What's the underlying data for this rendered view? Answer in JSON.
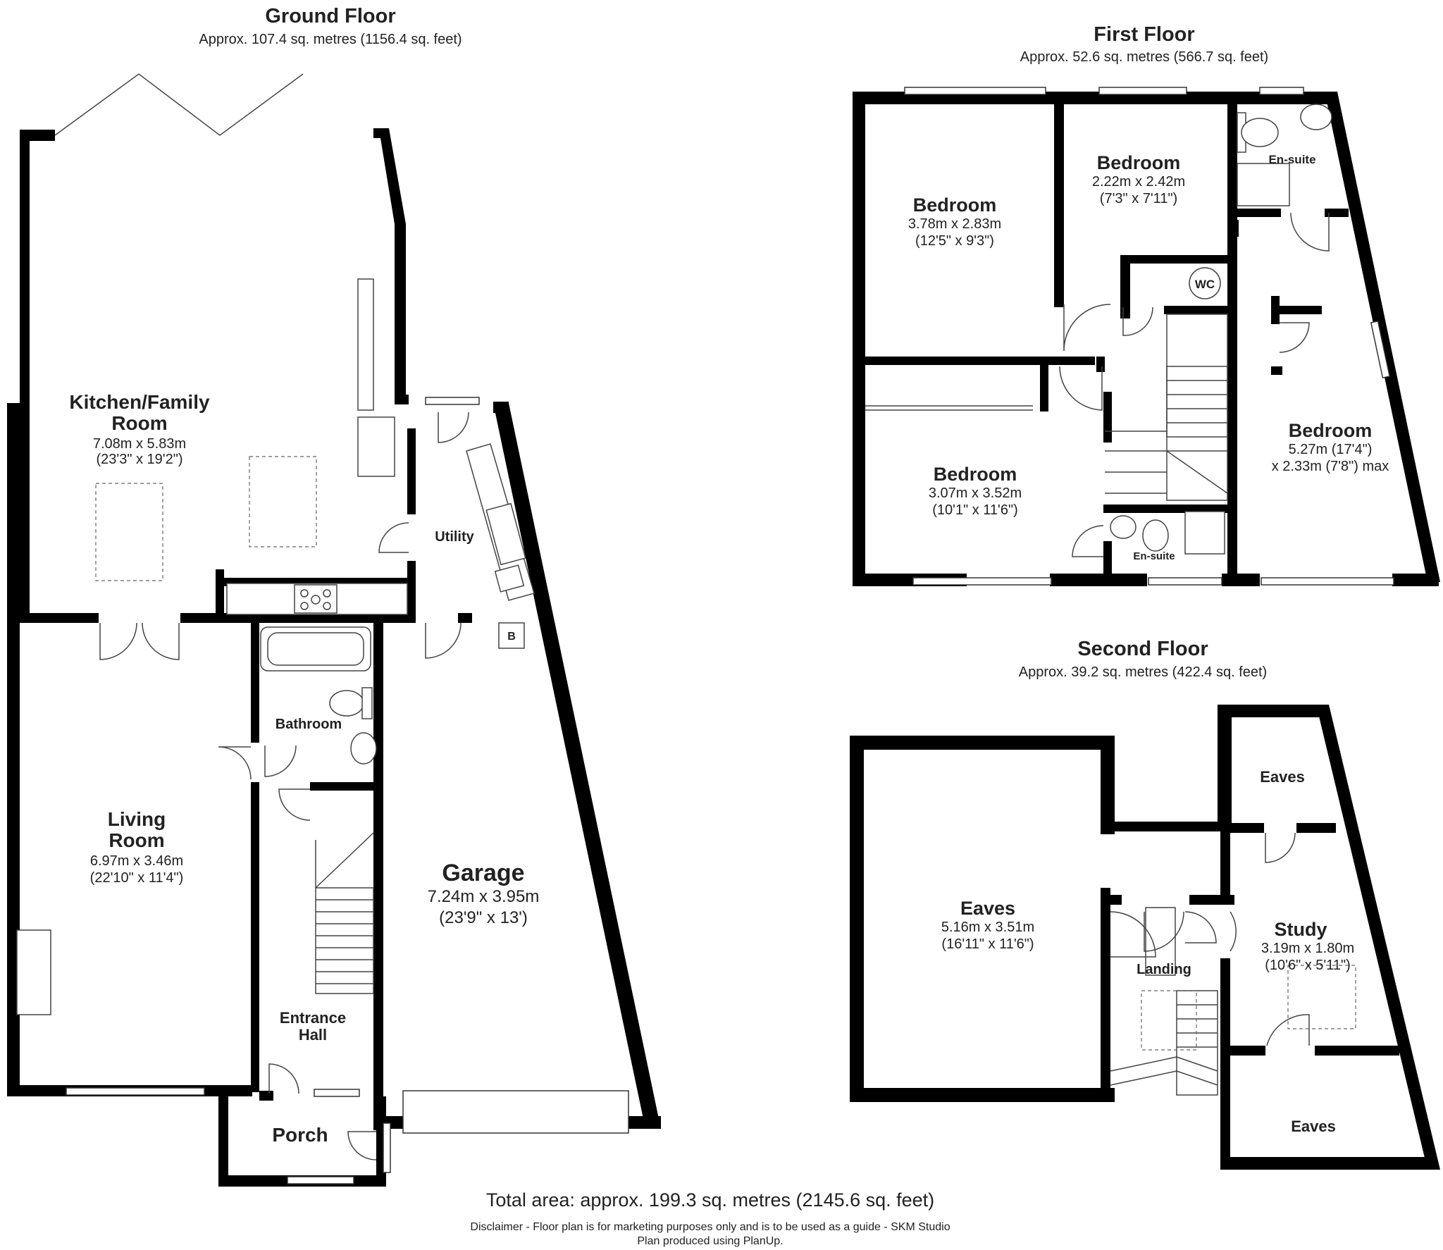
{
  "ground_floor": {
    "title": "Ground Floor",
    "area": "Approx. 107.4 sq. metres (1156.4 sq. feet)",
    "rooms": {
      "kitchen": {
        "name_line1": "Kitchen/Family",
        "name_line2": "Room",
        "metric": "7.08m x 5.83m",
        "imperial": "(23'3\" x 19'2\")"
      },
      "utility": {
        "name": "Utility"
      },
      "boiler": {
        "label": "B"
      },
      "bathroom": {
        "name": "Bathroom"
      },
      "living": {
        "name_line1": "Living",
        "name_line2": "Room",
        "metric": "6.97m x 3.46m",
        "imperial": "(22'10\" x 11'4\")"
      },
      "garage": {
        "name": "Garage",
        "metric": "7.24m x 3.95m",
        "imperial": "(23'9\" x 13')"
      },
      "hall": {
        "name_line1": "Entrance",
        "name_line2": "Hall"
      },
      "porch": {
        "name": "Porch"
      }
    }
  },
  "first_floor": {
    "title": "First Floor",
    "area": "Approx. 52.6 sq. metres (566.7 sq. feet)",
    "rooms": {
      "bed1": {
        "name": "Bedroom",
        "metric": "3.78m x 2.83m",
        "imperial": "(12'5\" x 9'3\")"
      },
      "bed2": {
        "name": "Bedroom",
        "metric": "2.22m x 2.42m",
        "imperial": "(7'3\" x 7'11\")"
      },
      "ensuite1": {
        "name": "En-suite"
      },
      "wc": {
        "name": "WC"
      },
      "bed3": {
        "name": "Bedroom",
        "metric": "3.07m x 3.52m",
        "imperial": "(10'1\" x 11'6\")"
      },
      "ensuite2": {
        "name": "En-suite"
      },
      "bed4": {
        "name": "Bedroom",
        "metric": "5.27m (17'4\")",
        "imperial": "x 2.33m (7'8\") max"
      }
    }
  },
  "second_floor": {
    "title": "Second Floor",
    "area": "Approx. 39.2 sq. metres (422.4 sq. feet)",
    "rooms": {
      "eaves_main": {
        "name": "Eaves",
        "metric": "5.16m x 3.51m",
        "imperial": "(16'11\" x 11'6\")"
      },
      "eaves_top": {
        "name": "Eaves"
      },
      "landing": {
        "name": "Landing"
      },
      "study": {
        "name": "Study",
        "metric": "3.19m x 1.80m",
        "imperial": "(10'6\" x 5'11\")"
      },
      "eaves_bottom": {
        "name": "Eaves"
      }
    }
  },
  "footer": {
    "total": "Total area: approx. 199.3 sq. metres (2145.6 sq. feet)",
    "disclaimer": "Disclaimer - Floor plan is for marketing purposes only and is to be used as a guide - SKM Studio",
    "produced": "Plan produced using PlanUp."
  }
}
